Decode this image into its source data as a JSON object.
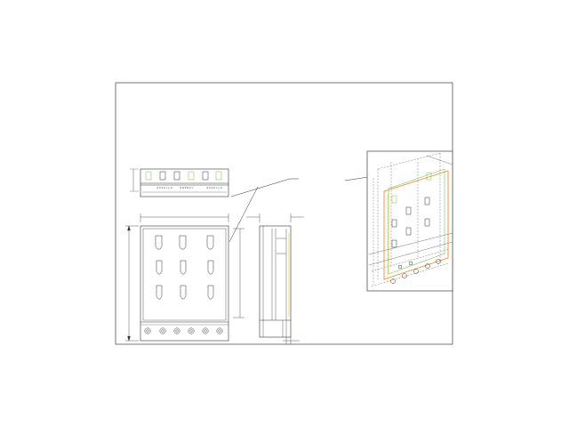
{
  "drawing": {
    "top_view_labels": [
      "ＡＳＳＡＬＬＳ",
      "ＥＮＥＲＧＹ",
      "ＡＳＳＡＬＬＳ"
    ],
    "colors": {
      "line": "#333333",
      "frame": "#555555",
      "green": "#7fbf3f",
      "orange": "#e8822a",
      "yellow": "#e6d23a"
    }
  }
}
